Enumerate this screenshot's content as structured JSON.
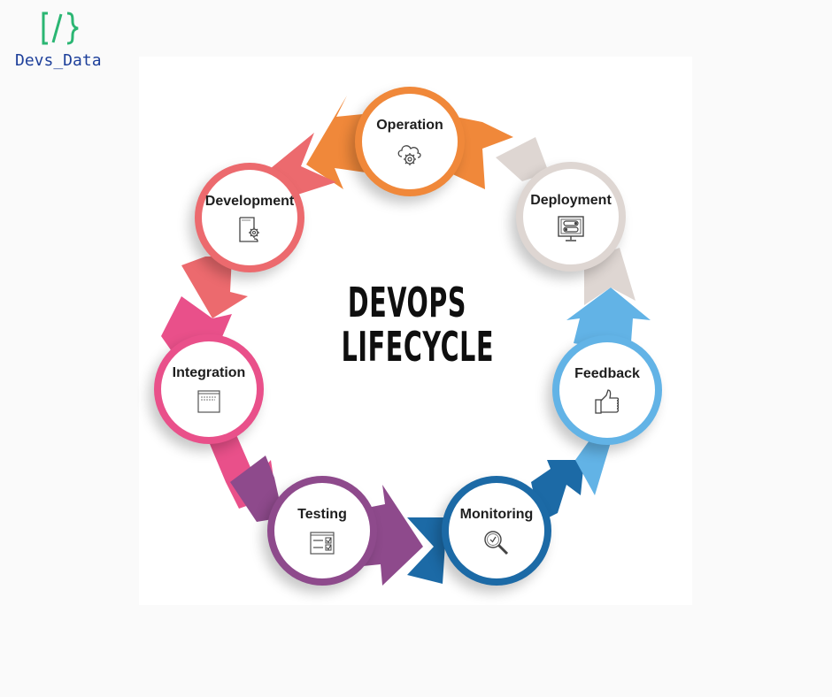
{
  "brand": {
    "name": "Devs_Data",
    "logo_icon": "code-bracket-slash-icon",
    "colors": {
      "mark": "#2bb673",
      "text": "#1d3f9a"
    }
  },
  "diagram": {
    "title_line1": "DEVOPS",
    "title_line2": "LIFECYCLE",
    "stages": [
      {
        "label": "Operation",
        "icon": "cloud-gear-icon",
        "color": "#f0883a"
      },
      {
        "label": "Development",
        "icon": "document-gear-icon",
        "color": "#ec6a6e"
      },
      {
        "label": "Integration",
        "icon": "window-list-icon",
        "color": "#e9508a"
      },
      {
        "label": "Testing",
        "icon": "checklist-icon",
        "color": "#8e4a8c"
      },
      {
        "label": "Monitoring",
        "icon": "magnifier-check-icon",
        "color": "#1c6aa6"
      },
      {
        "label": "Feedback",
        "icon": "thumbs-up-icon",
        "color": "#62b3e6"
      },
      {
        "label": "Deployment",
        "icon": "monitor-toggle-icon",
        "color": "#ded6d2"
      }
    ]
  }
}
